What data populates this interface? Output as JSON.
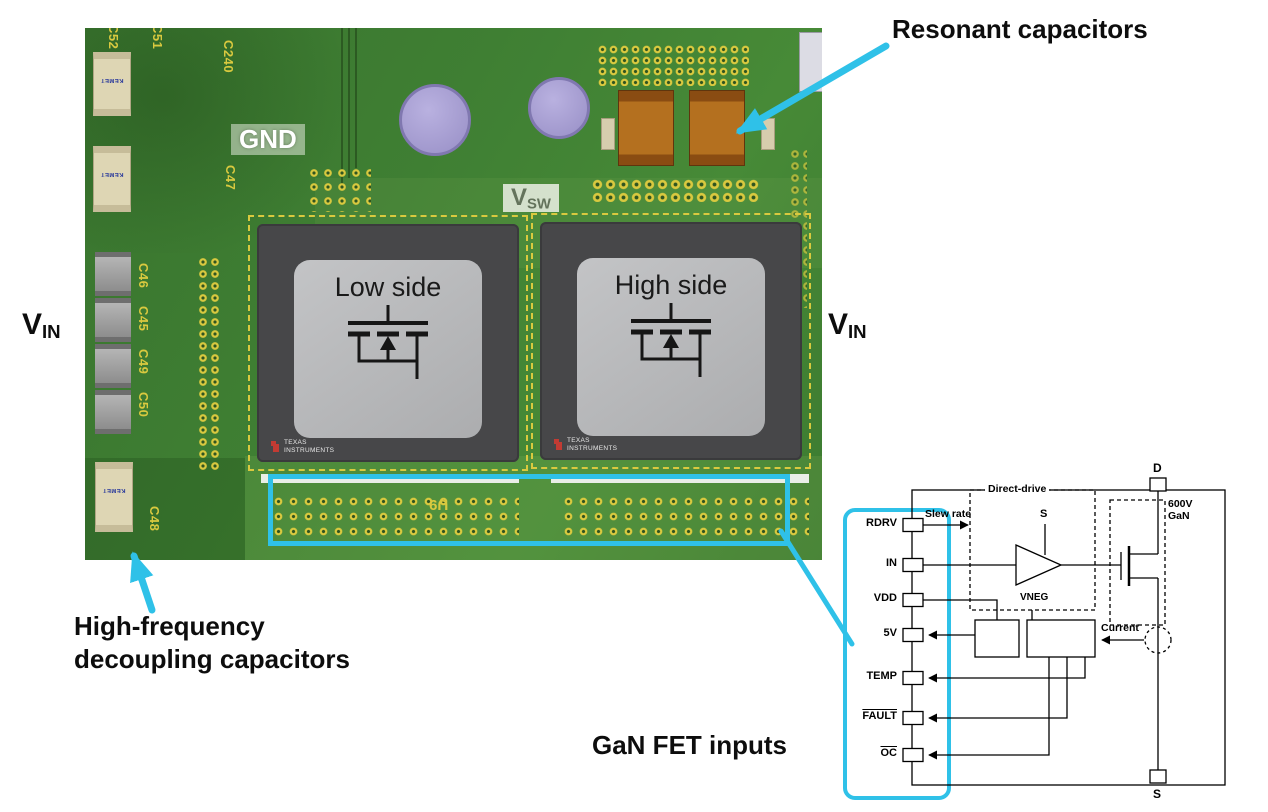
{
  "colors": {
    "highlight_cyan": "#2fc1e8",
    "board_green": "#3f7f33",
    "chip_gray": "#474749",
    "pad_gray": "#b9babc",
    "silk_yellow": "#d9c93f",
    "resonant_cap_orange": "#b4701f"
  },
  "annotations": {
    "resonant_capacitors": "Resonant capacitors",
    "decoupling_line1": "High-frequency",
    "decoupling_line2": "decoupling capacitors",
    "gan_fet_inputs": "GaN FET inputs",
    "vin_main": "V",
    "vin_sub": "IN"
  },
  "pcb": {
    "gnd": "GND",
    "vsw_main": "V",
    "vsw_sub": "SW",
    "low_side": "Low side",
    "high_side": "High side",
    "u9": "U9",
    "kemet": "KEMET",
    "ti_line1": "TEXAS",
    "ti_line2": "INSTRUMENTS",
    "silk": {
      "c52": "C52",
      "c51": "C51",
      "c240": "C240",
      "c47": "C47",
      "c46": "C46",
      "c45": "C45",
      "c49": "C49",
      "c50": "C50",
      "c48": "C48"
    }
  },
  "schematic": {
    "pins": [
      {
        "label": "RDRV",
        "overline": false
      },
      {
        "label": "IN",
        "overline": false
      },
      {
        "label": "VDD",
        "overline": false
      },
      {
        "label": "5V",
        "overline": false
      },
      {
        "label": "TEMP",
        "overline": false
      },
      {
        "label": "FAULT",
        "overline": true
      },
      {
        "label": "OC",
        "overline": true
      }
    ],
    "slew_rate": "Slew rate",
    "direct_drive": "Direct-drive",
    "s_internal": "S",
    "vneg": "VNEG",
    "gan_rating_line1": "600V",
    "gan_rating_line2": "GaN",
    "current": "Current",
    "drain_pin": "D",
    "source_pin": "S"
  }
}
